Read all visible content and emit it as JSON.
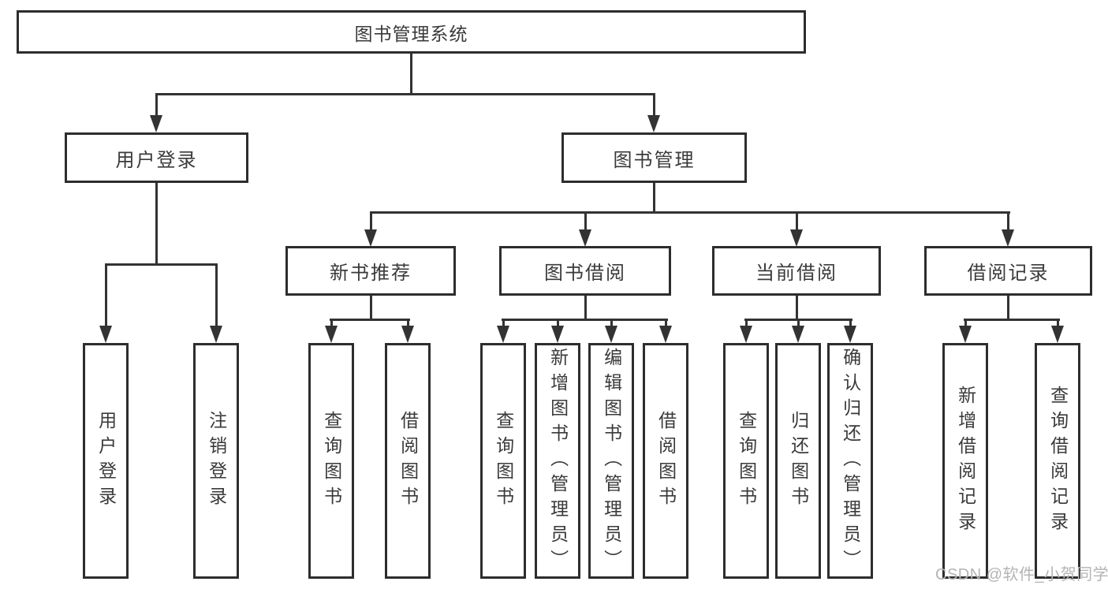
{
  "diagram": {
    "watermark": "CSDN @软件_小贺同学",
    "colors": {
      "line": "#333333",
      "box_border": "#2d2d2d",
      "box_fill": "#ffffff",
      "text": "#3a3a3a",
      "watermark": "#b4b4b4",
      "background": "#ffffff"
    },
    "icons": {
      "arrow_down": "solid triangle (css shape)"
    }
  },
  "tree": {
    "root": {
      "label": "图书管理系统",
      "children": [
        {
          "label": "用户登录",
          "children": [
            {
              "label": "用户登录"
            },
            {
              "label": "注销登录"
            }
          ]
        },
        {
          "label": "图书管理",
          "children": [
            {
              "label": "新书推荐",
              "children": [
                {
                  "label": "查询图书"
                },
                {
                  "label": "借阅图书"
                }
              ]
            },
            {
              "label": "图书借阅",
              "children": [
                {
                  "label": "查询图书"
                },
                {
                  "label": "新增图书（管理员）"
                },
                {
                  "label": "编辑图书（管理员）"
                },
                {
                  "label": "借阅图书"
                }
              ]
            },
            {
              "label": "当前借阅",
              "children": [
                {
                  "label": "查询图书"
                },
                {
                  "label": "归还图书"
                },
                {
                  "label": "确认归还（管理员）"
                }
              ]
            },
            {
              "label": "借阅记录",
              "children": [
                {
                  "label": "新增借阅记录"
                },
                {
                  "label": "查询借阅记录"
                }
              ]
            }
          ]
        }
      ]
    }
  }
}
